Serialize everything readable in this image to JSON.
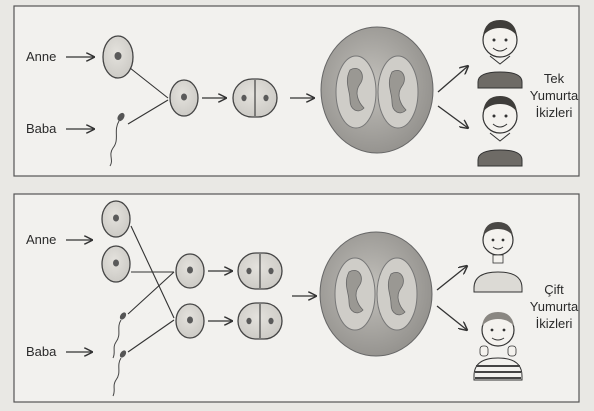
{
  "panels": [
    {
      "id": "identical",
      "mother_label": "Anne",
      "father_label": "Baba",
      "twin_label_lines": [
        "Tek",
        "Yumurta",
        "İkizleri"
      ]
    },
    {
      "id": "fraternal",
      "mother_label": "Anne",
      "father_label": "Baba",
      "twin_label_lines": [
        "Çift",
        "Yumurta",
        "İkizleri"
      ]
    }
  ],
  "colors": {
    "background": "#e9e8e4",
    "panel": "#f2f1ee",
    "cell_fill": "#d6d4cf",
    "nucleus": "#5a5a5a",
    "womb": "#a9a7a2",
    "ink": "#333333"
  },
  "icons": [
    "arrow-icon",
    "egg-cell-icon",
    "sperm-cell-icon",
    "zygote-icon",
    "two-cell-embryo-icon",
    "womb-twins-icon",
    "child-portrait-icon"
  ]
}
